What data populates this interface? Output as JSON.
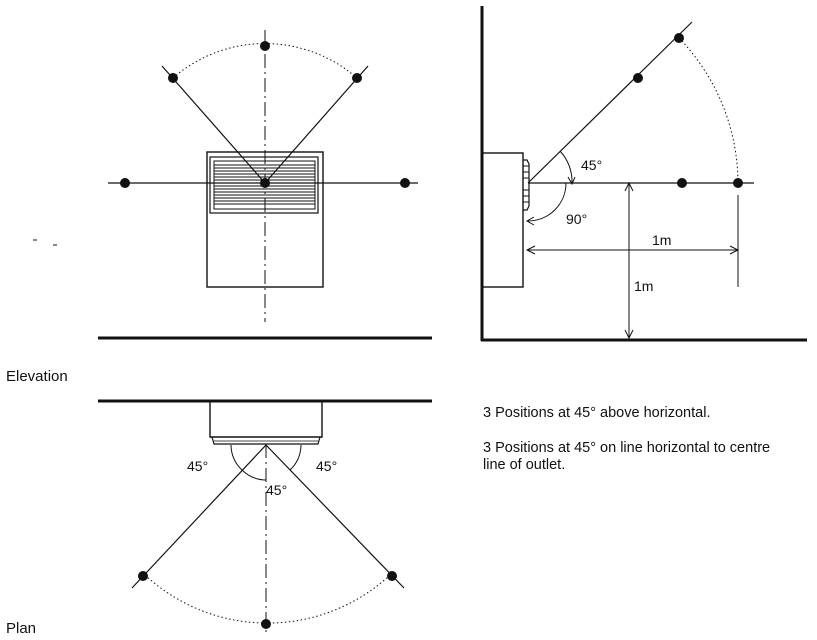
{
  "views": {
    "elevation_label": "Elevation",
    "plan_label": "Plan"
  },
  "dimensions": {
    "horizontal_distance": "1m",
    "vertical_height": "1m"
  },
  "angles": {
    "section_upper": "45°",
    "section_lower": "90°",
    "plan_left": "45°",
    "plan_right": "45°",
    "plan_center": "45°"
  },
  "notes": {
    "line1": "3 Positions at 45° above horizontal.",
    "line2": "3 Positions at 45° on line horizontal to centre line of outlet."
  },
  "colors": {
    "ink": "#111111"
  }
}
